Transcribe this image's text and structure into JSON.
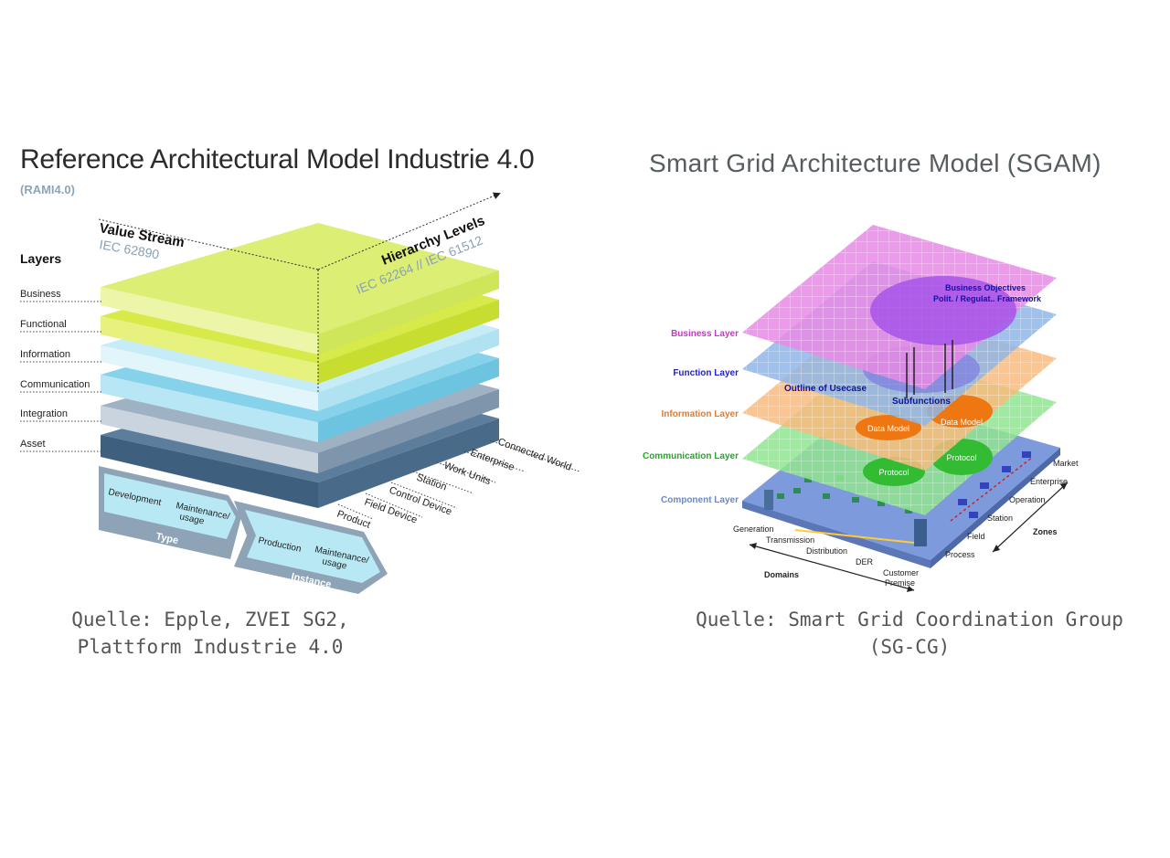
{
  "left": {
    "title": "Reference Architectural Model Industrie 4.0",
    "subtitle": "(RAMI4.0)",
    "value_stream": "Value Stream",
    "value_stream_std": "IEC 62890",
    "hierarchy": "Hierarchy Levels",
    "hierarchy_std": "IEC 62264 // IEC 61512",
    "layers_heading": "Layers",
    "layers": [
      "Business",
      "Functional",
      "Information",
      "Communication",
      "Integration",
      "Asset"
    ],
    "levels": [
      "Product",
      "Field Device",
      "Control Device",
      "Station",
      "Work Units",
      "Enterprise",
      "Connected World"
    ],
    "type_label": "Type",
    "instance_label": "Instance",
    "type_items": [
      "Development",
      "Maintenance/",
      "usage"
    ],
    "instance_items": [
      "Production",
      "Maintenance/",
      "usage"
    ],
    "source_line1": "Quelle: Epple, ZVEI SG2,",
    "source_line2": "Plattform Industrie 4.0"
  },
  "right": {
    "title": "Smart Grid Architecture Model (SGAM)",
    "layers": [
      "Business Layer",
      "Function Layer",
      "Information Layer",
      "Communication Layer",
      "Component Layer"
    ],
    "layer_colors": [
      "#cc33cc",
      "#2222cc",
      "#ee7722",
      "#22aa22",
      "#6a88cc"
    ],
    "business_objectives": "Business Objectives",
    "policy": "Polit. / Regulat.. Framework",
    "outline": "Outline of Usecase",
    "subfunctions": "Subfunctions",
    "data_model_1": "Data Model",
    "data_model_2": "Data Model",
    "protocol_1": "Protocol",
    "protocol_2": "Protocol",
    "zones": [
      "Market",
      "Enterprise",
      "Operation",
      "Station",
      "Field",
      "Process"
    ],
    "zones_label": "Zones",
    "domains": [
      "Generation",
      "Transmission",
      "Distribution",
      "DER",
      "Customer",
      "Premise"
    ],
    "domains_label": "Domains",
    "source_line1": "Quelle: Smart Grid Coordination Group",
    "source_line2": "(SG-CG)"
  }
}
